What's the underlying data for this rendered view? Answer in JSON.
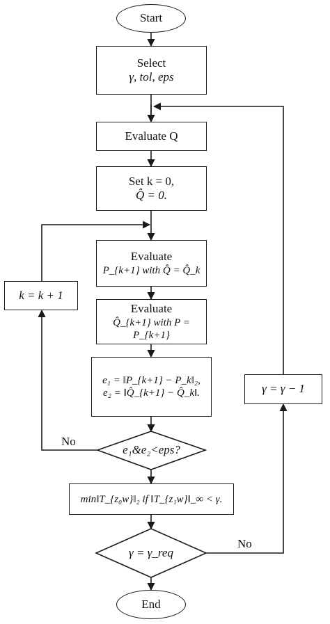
{
  "flowchart": {
    "start": "Start",
    "select": {
      "line1": "Select",
      "line2": "γ, tol, eps"
    },
    "evaluate_q": "Evaluate Q",
    "set_k": {
      "line1": "Set k = 0,",
      "line2": "Q̂ = 0."
    },
    "evaluate_p": {
      "line1": "Evaluate",
      "line2": "P_{k+1} with Q̂ = Q̂_k"
    },
    "evaluate_qhat": {
      "line1": "Evaluate",
      "line2": "Q̂_{k+1} with P = P_{k+1}"
    },
    "errors": {
      "line1": "e₁ = ‖P_{k+1} − P_k‖₂,",
      "line2": "e₂ = ‖Q̂_{k+1} − Q̂_k‖."
    },
    "convergence_check": "e₁&e₂<eps?",
    "increment_k": "k = k + 1",
    "optimize": "min‖T_{z₀w}‖₂ if ‖T_{z₁w}‖_∞ < γ.",
    "gamma_check": "γ = γ_req",
    "decrement_gamma": "γ = γ − 1",
    "end": "End",
    "no_label_left": "No",
    "no_label_right": "No"
  }
}
